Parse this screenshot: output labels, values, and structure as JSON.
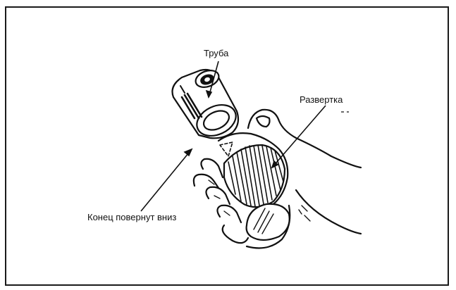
{
  "labels": {
    "tube": "Труба",
    "reamer": "Развертка",
    "end_down": "Конец повернут вниз"
  },
  "colors": {
    "ink": "#111111",
    "background": "#ffffff",
    "frame": "#1a1a1a"
  }
}
